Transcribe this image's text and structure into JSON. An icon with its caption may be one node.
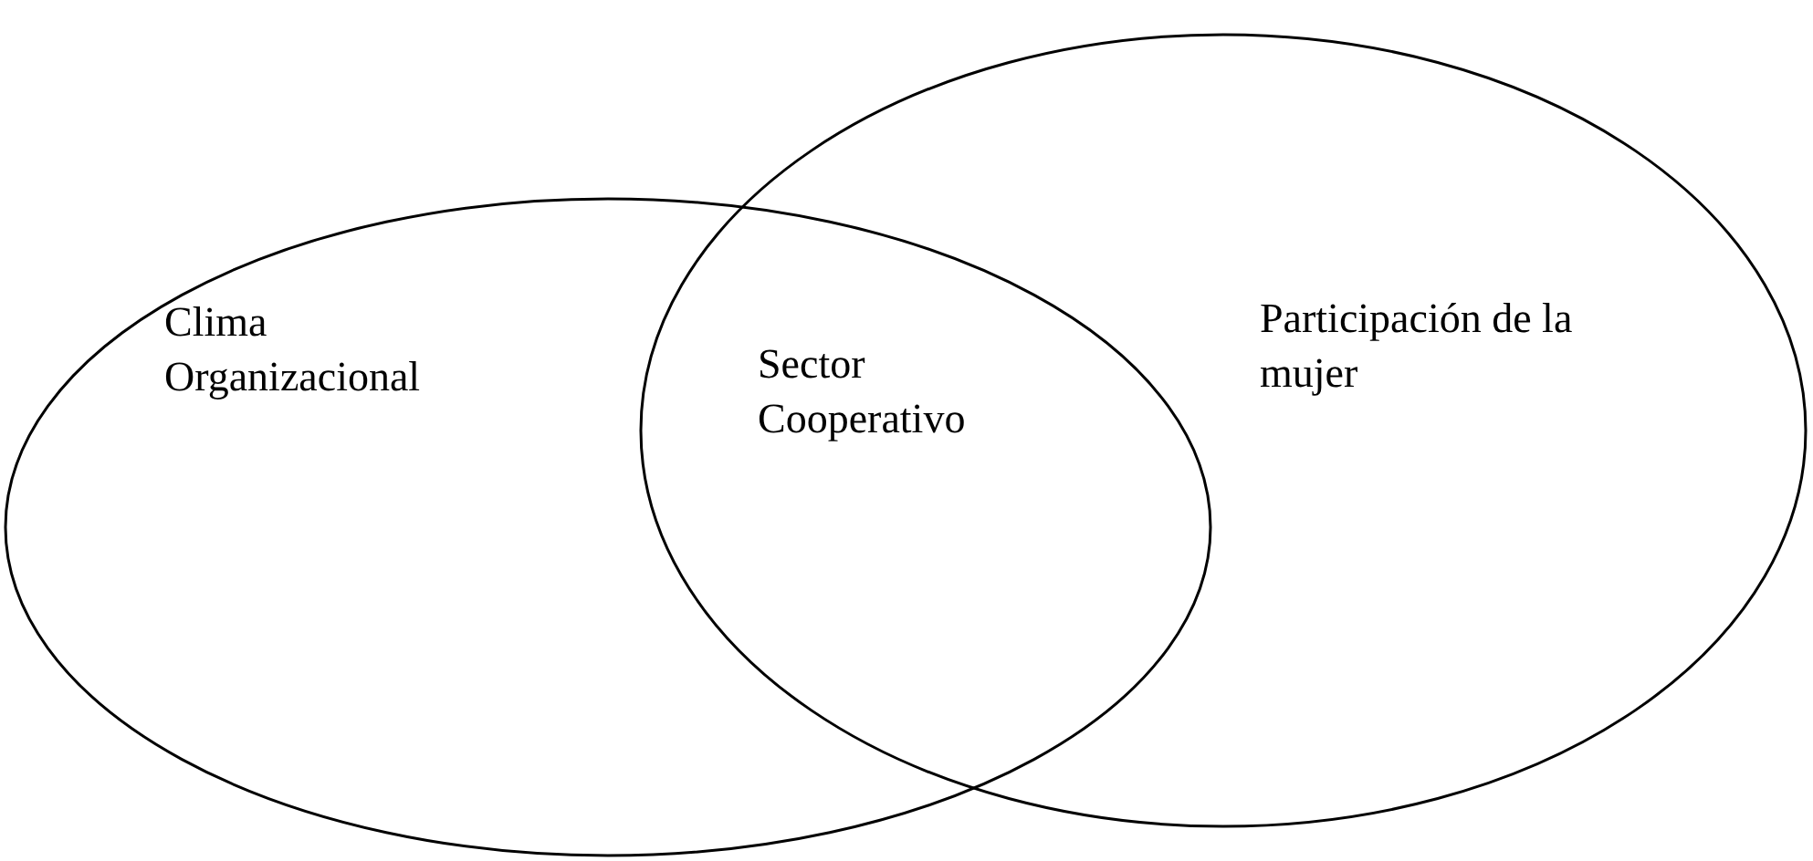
{
  "diagram": {
    "nodes": [
      {
        "text": [
          "Clima Organizacional"
        ]
      },
      {
        "text": [
          "Participación de la mujer"
        ]
      }
    ],
    "labels": [
      "Sector Cooperativo"
    ]
  }
}
